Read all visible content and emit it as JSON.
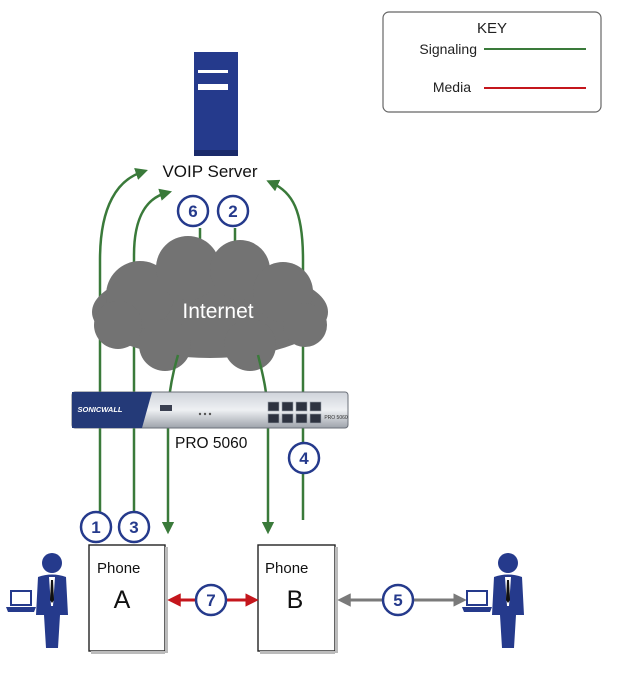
{
  "key": {
    "title": "KEY",
    "signaling_label": "Signaling",
    "media_label": "Media"
  },
  "server": {
    "label": "VOIP Server"
  },
  "cloud": {
    "label": "Internet"
  },
  "appliance": {
    "brand": "SONICWALL",
    "model_badge": "PRO 5060",
    "label": "PRO 5060"
  },
  "phones": [
    {
      "label": "Phone",
      "letter": "A"
    },
    {
      "label": "Phone",
      "letter": "B"
    }
  ],
  "steps": [
    "1",
    "2",
    "3",
    "4",
    "5",
    "6",
    "7"
  ],
  "colors": {
    "signaling": "#3a7a3a",
    "media": "#c4161c",
    "neutral": "#7a7a7a",
    "server": "#253a8c",
    "step_badge": "#253a8c",
    "cloud": "#737373"
  },
  "icons": [
    "server-tower-icon",
    "cloud-icon",
    "firewall-appliance-icon",
    "user-icon",
    "laptop-icon"
  ]
}
